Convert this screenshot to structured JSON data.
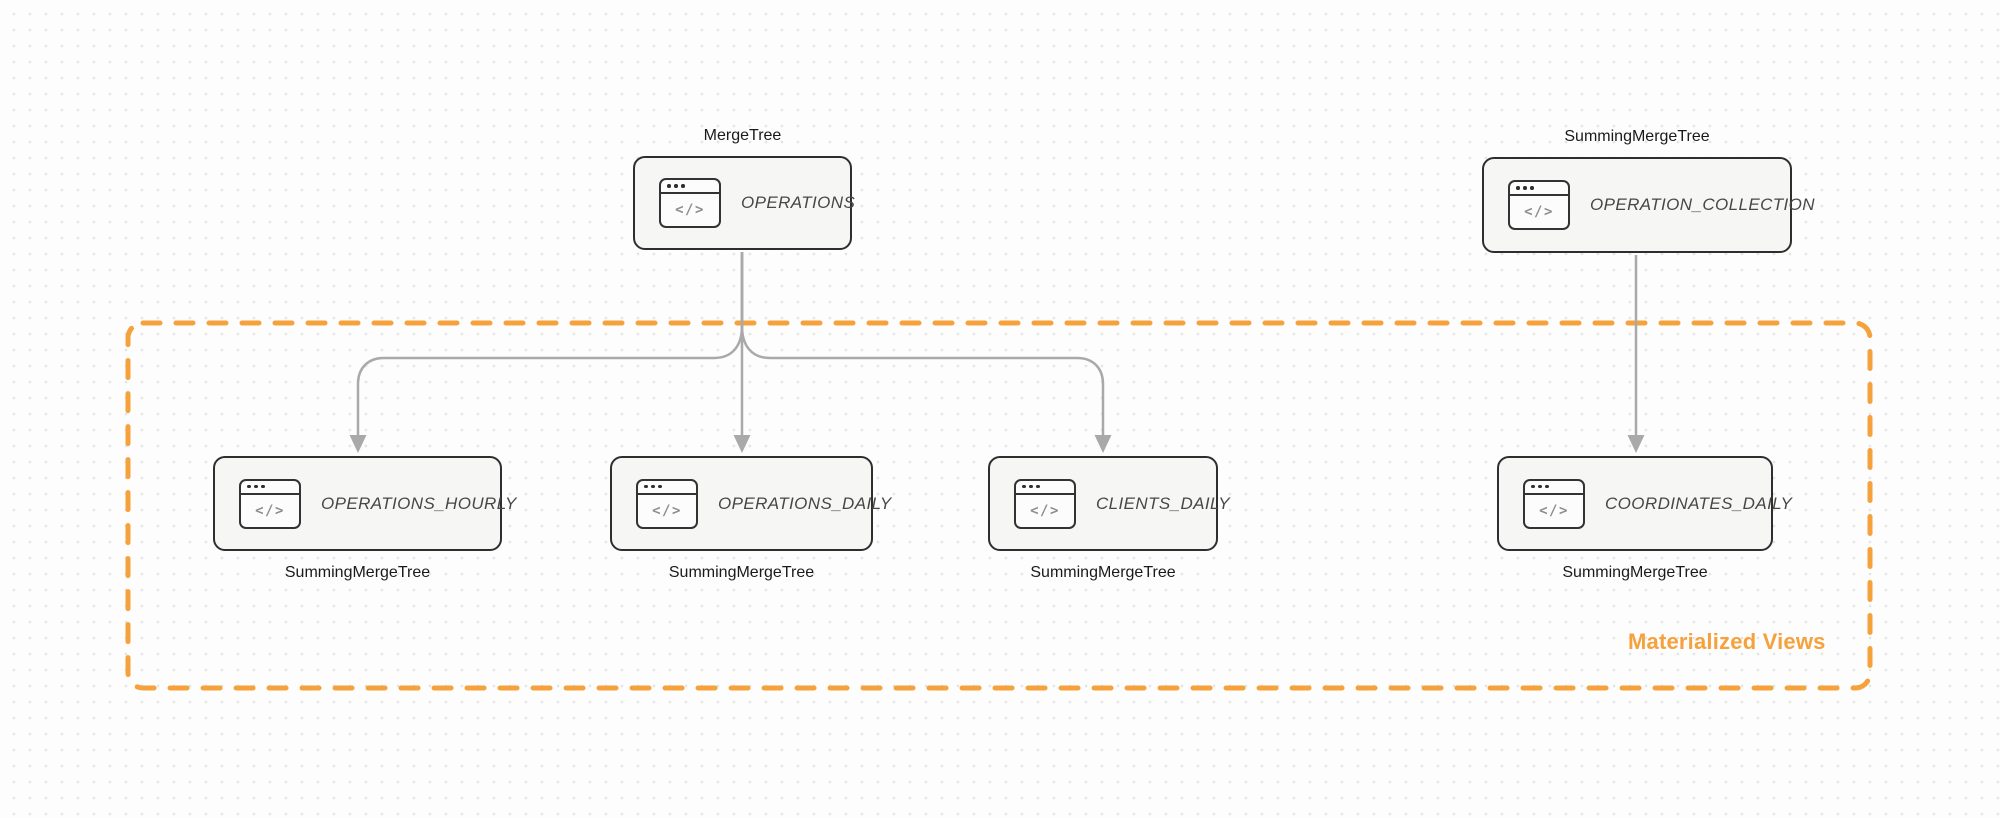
{
  "group": {
    "label": "Materialized Views"
  },
  "icons": {
    "code_window": "code-window-icon",
    "code_glyph": "</>"
  },
  "colors": {
    "accent_orange": "#F5A13C",
    "arrow_gray": "#A9A9A9",
    "node_border": "#2E2E2E",
    "node_bg": "#F6F6F4",
    "node_label_gray": "#474747",
    "engine_label_dark": "#1A1A1A"
  },
  "nodes": {
    "operations": {
      "engine": "MergeTree",
      "label": "OPERATIONS"
    },
    "operation_collection": {
      "engine": "SummingMergeTree",
      "label": "OPERATION_COLLECTION"
    },
    "operations_hourly": {
      "label": "OPERATIONS_HOURLY",
      "engine": "SummingMergeTree"
    },
    "operations_daily": {
      "label": "OPERATIONS_DAILY",
      "engine": "SummingMergeTree"
    },
    "clients_daily": {
      "label": "CLIENTS_DAILY",
      "engine": "SummingMergeTree"
    },
    "coordinates_daily": {
      "label": "COORDINATES_DAILY",
      "engine": "SummingMergeTree"
    }
  }
}
